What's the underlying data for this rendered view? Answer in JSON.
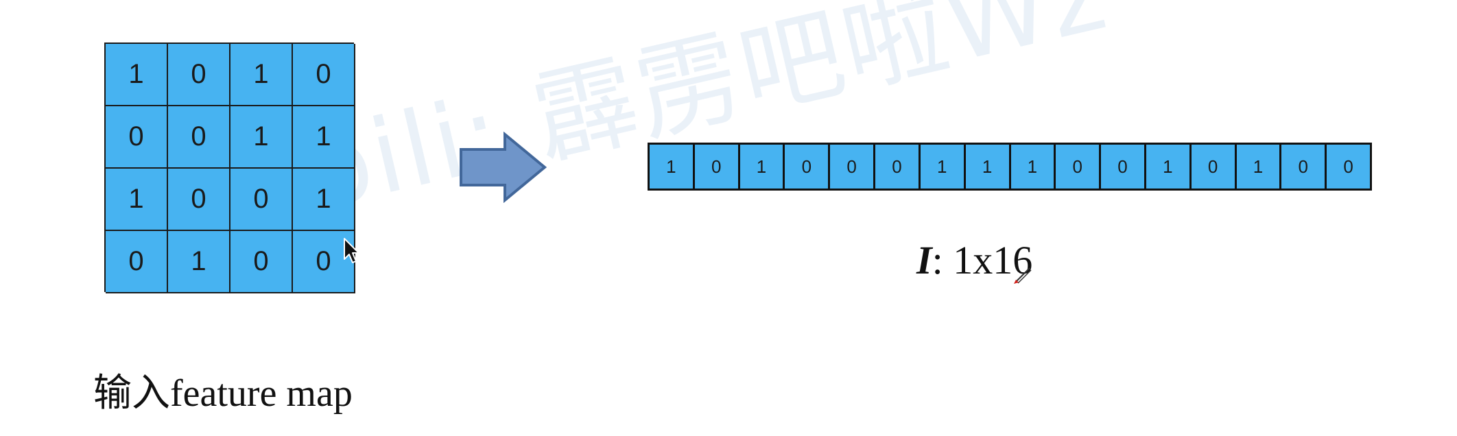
{
  "watermark": "bilibili: 霹雳吧啦Wz",
  "feature_map": {
    "rows": [
      [
        "1",
        "0",
        "1",
        "0"
      ],
      [
        "0",
        "0",
        "1",
        "1"
      ],
      [
        "1",
        "0",
        "0",
        "1"
      ],
      [
        "0",
        "1",
        "0",
        "0"
      ]
    ],
    "caption": "输入feature map"
  },
  "vector": {
    "cells": [
      "1",
      "0",
      "1",
      "0",
      "0",
      "0",
      "1",
      "1",
      "1",
      "0",
      "0",
      "1",
      "0",
      "1",
      "0",
      "0"
    ],
    "caption_symbol": "I",
    "caption_rest": ": 1x16"
  },
  "colors": {
    "cell_fill": "#47b3f1",
    "cell_border": "#1a1a1a",
    "arrow_fill": "#6f95c9",
    "arrow_stroke": "#42679a",
    "watermark": "#8cb2d6"
  },
  "icons": {
    "arrow": "right-arrow-icon",
    "mouse_cursor": "mouse-pointer-icon",
    "pen_cursor": "pen-icon"
  }
}
